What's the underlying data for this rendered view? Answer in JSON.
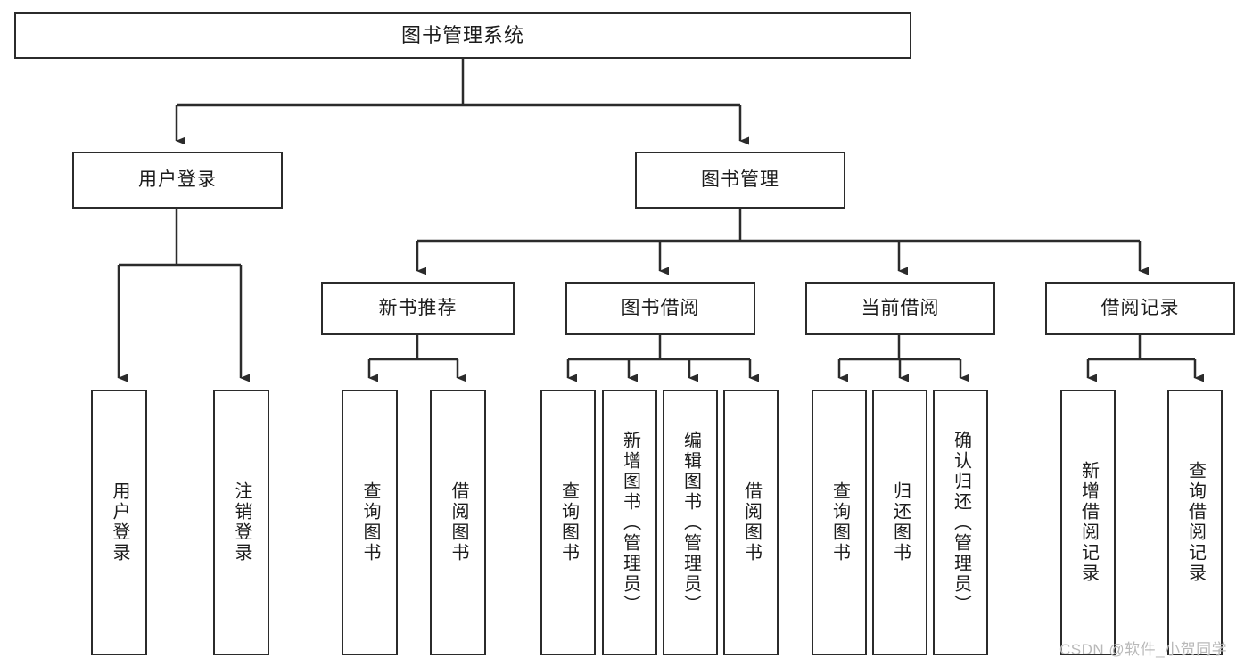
{
  "diagram": {
    "title": "图书管理系统",
    "type": "tree",
    "watermark": "CSDN @软件_小贺同学",
    "colors": {
      "box_border": "#2b2b2b",
      "box_fill": "#ffffff",
      "line": "#2b2b2b",
      "text": "#1c1c1c",
      "watermark": "#b9b9b9",
      "background": "#ffffff"
    },
    "nodes": {
      "root": {
        "label": "图书管理系统"
      },
      "level2": [
        {
          "label": "用户登录"
        },
        {
          "label": "图书管理"
        }
      ],
      "level3": [
        {
          "label": "新书推荐"
        },
        {
          "label": "图书借阅"
        },
        {
          "label": "当前借阅"
        },
        {
          "label": "借阅记录"
        }
      ],
      "leaves": {
        "user_login": [
          {
            "label": "用户登录"
          },
          {
            "label": "注销登录"
          }
        ],
        "new_book_recommend": [
          {
            "label": "查询图书"
          },
          {
            "label": "借阅图书"
          }
        ],
        "book_borrow": [
          {
            "label": "查询图书"
          },
          {
            "label": "新增图书（管理员）"
          },
          {
            "label": "编辑图书（管理员）"
          },
          {
            "label": "借阅图书"
          }
        ],
        "current_borrow": [
          {
            "label": "查询图书"
          },
          {
            "label": "归还图书"
          },
          {
            "label": "确认归还（管理员）"
          }
        ],
        "borrow_record": [
          {
            "label": "新增借阅记录"
          },
          {
            "label": "查询借阅记录"
          }
        ]
      }
    }
  }
}
